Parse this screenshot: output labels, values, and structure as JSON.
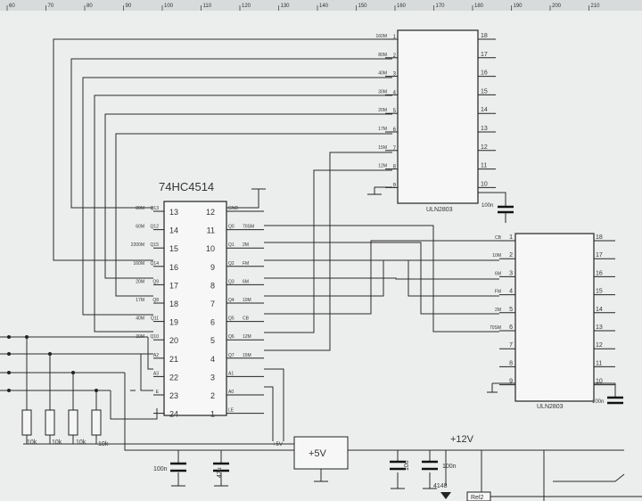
{
  "ruler": {
    "ticks": [
      "60",
      "70",
      "80",
      "90",
      "100",
      "110",
      "120",
      "130",
      "140",
      "150",
      "160",
      "170",
      "180",
      "190",
      "200",
      "210"
    ]
  },
  "ic1": {
    "title": "74HC4514",
    "pins": [
      {
        "n": "13",
        "sig": "80M",
        "port": "Q13"
      },
      {
        "n": "14",
        "sig": "60M",
        "port": "Q12"
      },
      {
        "n": "15",
        "sig": "2200M",
        "port": "Q15"
      },
      {
        "n": "16",
        "sig": "160M",
        "port": "Q14"
      },
      {
        "n": "17",
        "sig": "20M",
        "port": "Q9"
      },
      {
        "n": "18",
        "sig": "17M",
        "port": "Q8"
      },
      {
        "n": "19",
        "sig": "40M",
        "port": "Q11"
      },
      {
        "n": "20",
        "sig": "30M",
        "port": "Q10"
      },
      {
        "n": "21",
        "sig": "",
        "port": "A2"
      },
      {
        "n": "22",
        "sig": "",
        "port": "A3"
      },
      {
        "n": "23",
        "sig": "",
        "port": "E"
      },
      {
        "n": "24",
        "sig": "",
        "port": ""
      }
    ],
    "right_pins": [
      {
        "n": "12",
        "port": "GND",
        "sig": ""
      },
      {
        "n": "11",
        "port": "Q0",
        "sig": "70SM"
      },
      {
        "n": "10",
        "port": "Q1",
        "sig": "2M"
      },
      {
        "n": "9",
        "port": "Q2",
        "sig": "FM"
      },
      {
        "n": "8",
        "port": "Q3",
        "sig": "6M"
      },
      {
        "n": "7",
        "port": "Q4",
        "sig": "10M"
      },
      {
        "n": "6",
        "port": "Q5",
        "sig": "CB"
      },
      {
        "n": "5",
        "port": "Q6",
        "sig": "12M"
      },
      {
        "n": "4",
        "port": "Q7",
        "sig": "15M"
      },
      {
        "n": "3",
        "port": "A1",
        "sig": ""
      },
      {
        "n": "2",
        "port": "A0",
        "sig": ""
      },
      {
        "n": "1",
        "port": "LE",
        "sig": ""
      }
    ]
  },
  "ic2": {
    "label": "ULN2803",
    "left": [
      {
        "n": "1",
        "sig": "160M"
      },
      {
        "n": "2",
        "sig": "80M"
      },
      {
        "n": "3",
        "sig": "40M"
      },
      {
        "n": "4",
        "sig": "30M"
      },
      {
        "n": "5",
        "sig": "20M"
      },
      {
        "n": "6",
        "sig": "17M"
      },
      {
        "n": "7",
        "sig": "15M"
      },
      {
        "n": "8",
        "sig": "12M"
      },
      {
        "n": "9",
        "sig": ""
      }
    ],
    "right": [
      "18",
      "17",
      "16",
      "15",
      "14",
      "13",
      "12",
      "11",
      "10"
    ],
    "cap": "100n"
  },
  "ic3": {
    "label": "ULN2803",
    "left": [
      {
        "n": "1",
        "sig": "CB"
      },
      {
        "n": "2",
        "sig": "10M"
      },
      {
        "n": "3",
        "sig": "6M"
      },
      {
        "n": "4",
        "sig": "FM"
      },
      {
        "n": "5",
        "sig": "2M"
      },
      {
        "n": "6",
        "sig": "70SM"
      },
      {
        "n": "7",
        "sig": ""
      },
      {
        "n": "8",
        "sig": ""
      },
      {
        "n": "9",
        "sig": ""
      }
    ],
    "right": [
      "18",
      "17",
      "16",
      "15",
      "14",
      "13",
      "12",
      "11",
      "10"
    ],
    "cap": "100n"
  },
  "resistors": [
    "10k",
    "10k",
    "10k",
    "10k"
  ],
  "power": {
    "reg_label": "+5V",
    "v5": "+5V",
    "v12": "+12V",
    "cap_left": "100n",
    "cap_mid": "47u",
    "cap_right1": "10u",
    "cap_right2": "100n",
    "diode": "4148",
    "relay": "Rel2"
  }
}
